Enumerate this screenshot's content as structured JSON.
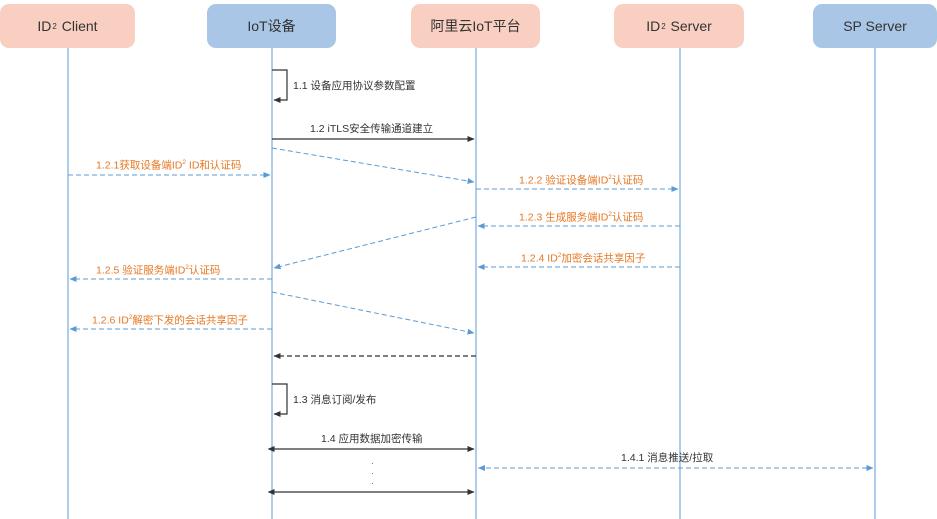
{
  "actors": {
    "id2_client": {
      "name": "ID",
      "sup": "2",
      "suffix": " Client",
      "color": "#f8cfc1"
    },
    "iot_device": {
      "name": "IoT设备",
      "color": "#a9c6e6"
    },
    "ali_iot": {
      "name": "阿里云IoT平台",
      "color": "#f8cfc1"
    },
    "id2_server": {
      "name": "ID",
      "sup": "2",
      "suffix": " Server",
      "color": "#f8cfc1"
    },
    "sp_server": {
      "name": "SP Server",
      "color": "#a9c6e6"
    }
  },
  "messages": {
    "m1_1": "1.1 设备应用协议参数配置",
    "m1_2": "1.2 iTLS安全传输通道建立",
    "m1_2_1": {
      "pre": "1.2.1获取设备端ID",
      "sup": "2",
      "post": " ID和认证码"
    },
    "m1_2_2": {
      "pre": "1.2.2 验证设备端ID",
      "sup": "2",
      "post": "认证码"
    },
    "m1_2_3": {
      "pre": "1.2.3 生成服务端ID",
      "sup": "2",
      "post": "认证码"
    },
    "m1_2_4": {
      "pre": "1.2.4 ID",
      "sup": "2",
      "post": "加密会话共享因子"
    },
    "m1_2_5": {
      "pre": "1.2.5 验证服务端ID",
      "sup": "2",
      "post": "认证码"
    },
    "m1_2_6": {
      "pre": "1.2.6 ID",
      "sup": "2",
      "post": "解密下发的会话共享因子"
    },
    "m1_3": "1.3 消息订阅/发布",
    "m1_4": "1.4 应用数据加密传输",
    "m1_4_1": "1.4.1 消息推送/拉取",
    "ellipsis": "·"
  },
  "colors": {
    "accent": "#e67722",
    "dashed": "#5b9bd5",
    "solid": "#444444"
  }
}
